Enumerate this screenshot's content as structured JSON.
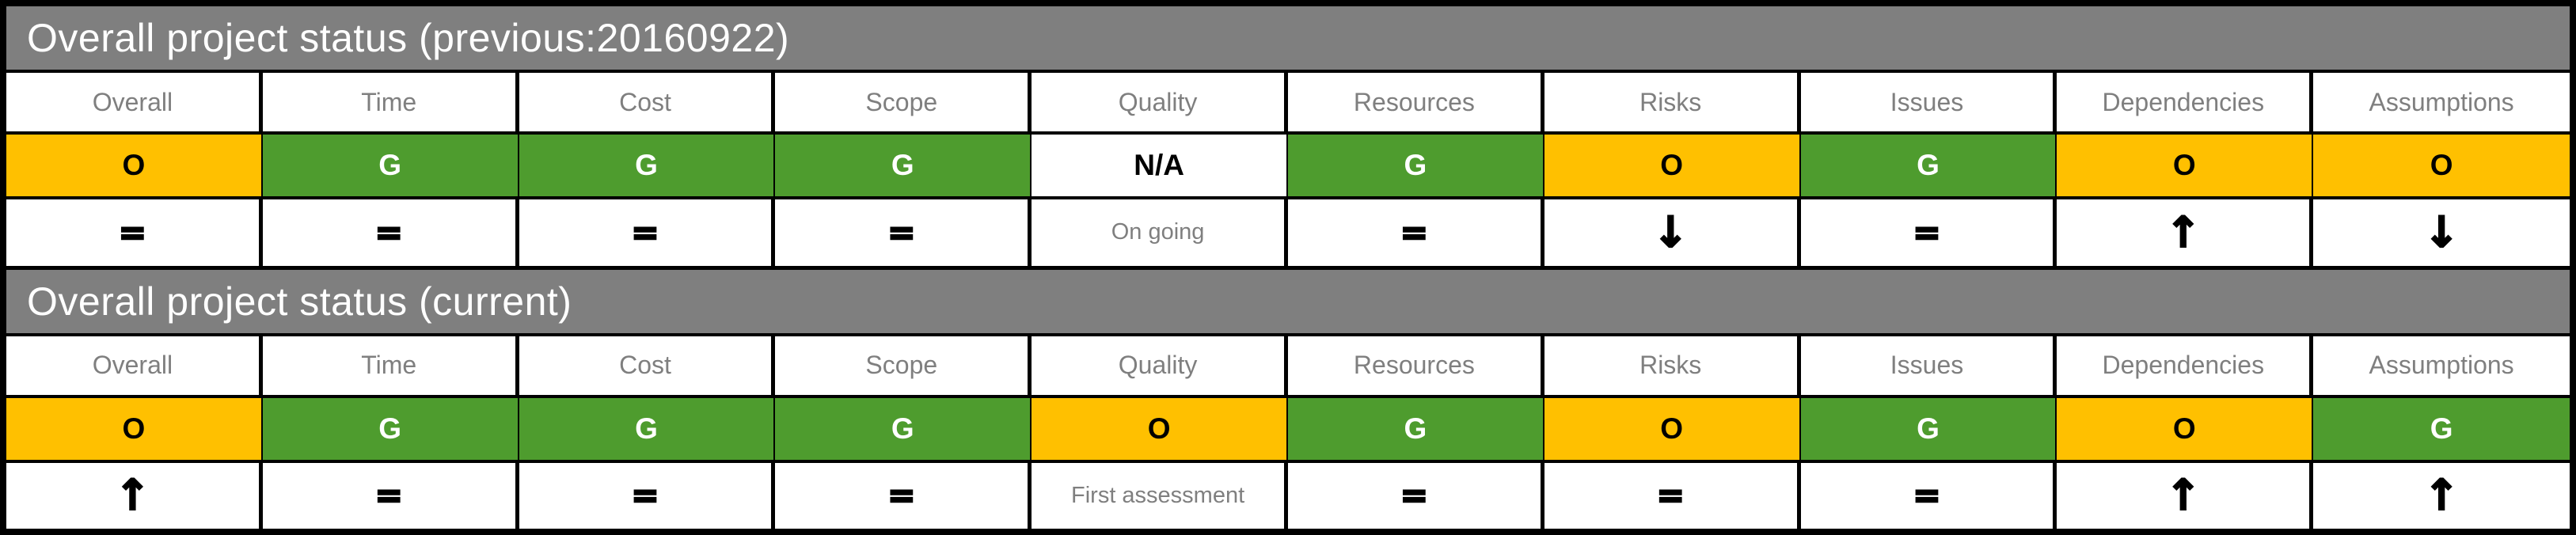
{
  "palette": {
    "amber": "#FFC000",
    "green": "#4E9C2E",
    "white": "#FFFFFF",
    "title_bar_bg": "#7F7F7F",
    "title_text": "#FFFFFF",
    "header_text": "#7F7F7F",
    "trend_note_text": "#7F7F7F",
    "grid_border": "#000000",
    "status_text_dark": "#000000",
    "status_text_light": "#FFFFFF"
  },
  "sections": [
    {
      "title": "Overall project status (previous:20160922)",
      "columns": [
        {
          "label": "Overall",
          "status": "O",
          "status_color": "amber",
          "trend_symbol": "="
        },
        {
          "label": "Time",
          "status": "G",
          "status_color": "green",
          "trend_symbol": "="
        },
        {
          "label": "Cost",
          "status": "G",
          "status_color": "green",
          "trend_symbol": "="
        },
        {
          "label": "Scope",
          "status": "G",
          "status_color": "green",
          "trend_symbol": "="
        },
        {
          "label": "Quality",
          "status": "N/A",
          "status_color": "white",
          "trend_note": "On going"
        },
        {
          "label": "Resources",
          "status": "G",
          "status_color": "green",
          "trend_symbol": "="
        },
        {
          "label": "Risks",
          "status": "O",
          "status_color": "amber",
          "trend_symbol": "↓"
        },
        {
          "label": "Issues",
          "status": "G",
          "status_color": "green",
          "trend_symbol": "="
        },
        {
          "label": "Dependencies",
          "status": "O",
          "status_color": "amber",
          "trend_symbol": "↑"
        },
        {
          "label": "Assumptions",
          "status": "O",
          "status_color": "amber",
          "trend_symbol": "↓"
        }
      ]
    },
    {
      "title": "Overall project status (current)",
      "columns": [
        {
          "label": "Overall",
          "status": "O",
          "status_color": "amber",
          "trend_symbol": "↑"
        },
        {
          "label": "Time",
          "status": "G",
          "status_color": "green",
          "trend_symbol": "="
        },
        {
          "label": "Cost",
          "status": "G",
          "status_color": "green",
          "trend_symbol": "="
        },
        {
          "label": "Scope",
          "status": "G",
          "status_color": "green",
          "trend_symbol": "="
        },
        {
          "label": "Quality",
          "status": "O",
          "status_color": "amber",
          "trend_note": "First assessment"
        },
        {
          "label": "Resources",
          "status": "G",
          "status_color": "green",
          "trend_symbol": "="
        },
        {
          "label": "Risks",
          "status": "O",
          "status_color": "amber",
          "trend_symbol": "="
        },
        {
          "label": "Issues",
          "status": "G",
          "status_color": "green",
          "trend_symbol": "="
        },
        {
          "label": "Dependencies",
          "status": "O",
          "status_color": "amber",
          "trend_symbol": "↑"
        },
        {
          "label": "Assumptions",
          "status": "G",
          "status_color": "green",
          "trend_symbol": "↑"
        }
      ]
    }
  ]
}
